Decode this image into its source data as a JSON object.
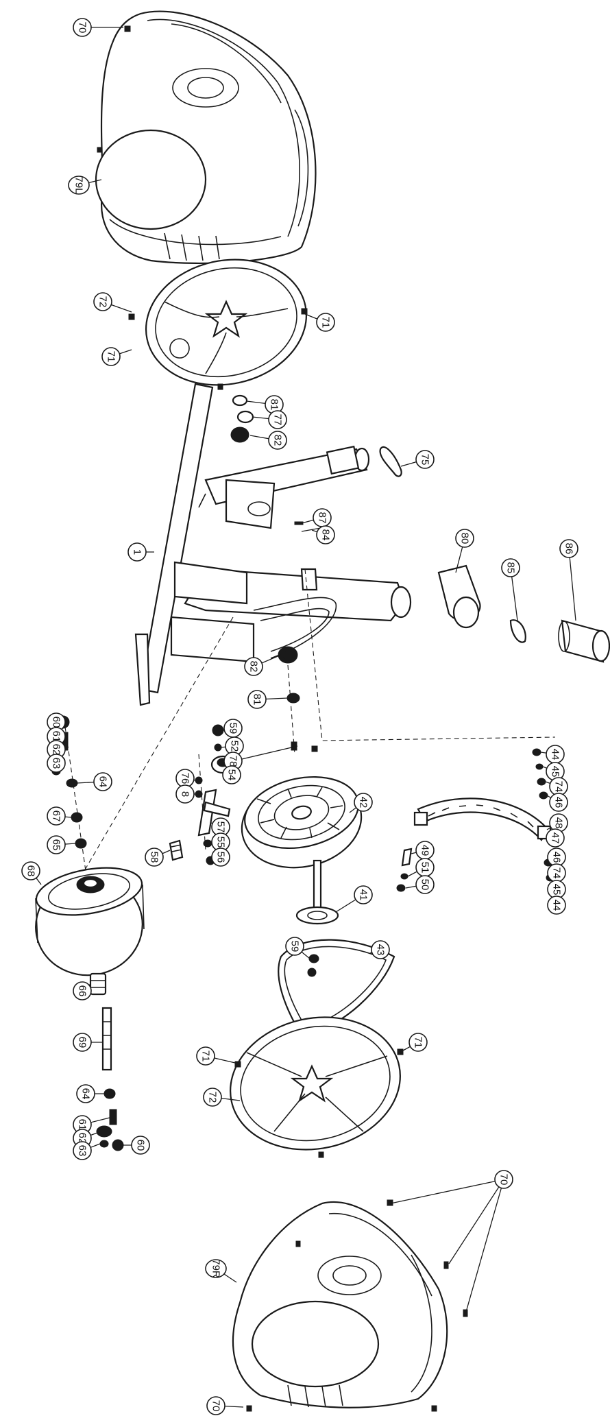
{
  "callouts": [
    {
      "label": "70"
    },
    {
      "label": "79L"
    },
    {
      "label": "72"
    },
    {
      "label": "71"
    },
    {
      "label": "71"
    },
    {
      "label": "81"
    },
    {
      "label": "77"
    },
    {
      "label": "82"
    },
    {
      "label": "75"
    },
    {
      "label": "87"
    },
    {
      "label": "84"
    },
    {
      "label": "1"
    },
    {
      "label": "80"
    },
    {
      "label": "85"
    },
    {
      "label": "86"
    },
    {
      "label": "82"
    },
    {
      "label": "81"
    },
    {
      "label": "60"
    },
    {
      "label": "61"
    },
    {
      "label": "62"
    },
    {
      "label": "63"
    },
    {
      "label": "64"
    },
    {
      "label": "67"
    },
    {
      "label": "65"
    },
    {
      "label": "68"
    },
    {
      "label": "59"
    },
    {
      "label": "52"
    },
    {
      "label": "78"
    },
    {
      "label": "54"
    },
    {
      "label": "76"
    },
    {
      "label": "8"
    },
    {
      "label": "57"
    },
    {
      "label": "55"
    },
    {
      "label": "56"
    },
    {
      "label": "58"
    },
    {
      "label": "42"
    },
    {
      "label": "44"
    },
    {
      "label": "45"
    },
    {
      "label": "74"
    },
    {
      "label": "46"
    },
    {
      "label": "48"
    },
    {
      "label": "47"
    },
    {
      "label": "46"
    },
    {
      "label": "74"
    },
    {
      "label": "45"
    },
    {
      "label": "44"
    },
    {
      "label": "49"
    },
    {
      "label": "51"
    },
    {
      "label": "50"
    },
    {
      "label": "41"
    },
    {
      "label": "59"
    },
    {
      "label": "43"
    },
    {
      "label": "66"
    },
    {
      "label": "69"
    },
    {
      "label": "71"
    },
    {
      "label": "71"
    },
    {
      "label": "72"
    },
    {
      "label": "64"
    },
    {
      "label": "61"
    },
    {
      "label": "62"
    },
    {
      "label": "63"
    },
    {
      "label": "60"
    },
    {
      "label": "70"
    },
    {
      "label": "79R"
    },
    {
      "label": "70"
    }
  ]
}
